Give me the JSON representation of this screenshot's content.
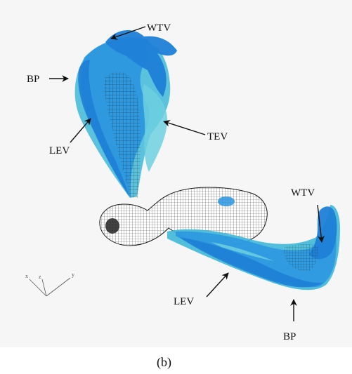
{
  "colors": {
    "vortex_dark": "#1f7fd6",
    "vortex_mid": "#2a95e0",
    "vortex_light": "#3fb8d8",
    "vortex_pale": "#6fd0e0",
    "mesh": "#1a1a1a",
    "background": "#f5f5f5",
    "text": "#111111"
  },
  "labels": {
    "upper_wtv": "WTV",
    "upper_bp": "BP",
    "upper_tev": "TEV",
    "upper_lev": "LEV",
    "lower_wtv": "WTV",
    "lower_lev": "LEV",
    "lower_bp": "BP"
  },
  "caption": "(b)"
}
